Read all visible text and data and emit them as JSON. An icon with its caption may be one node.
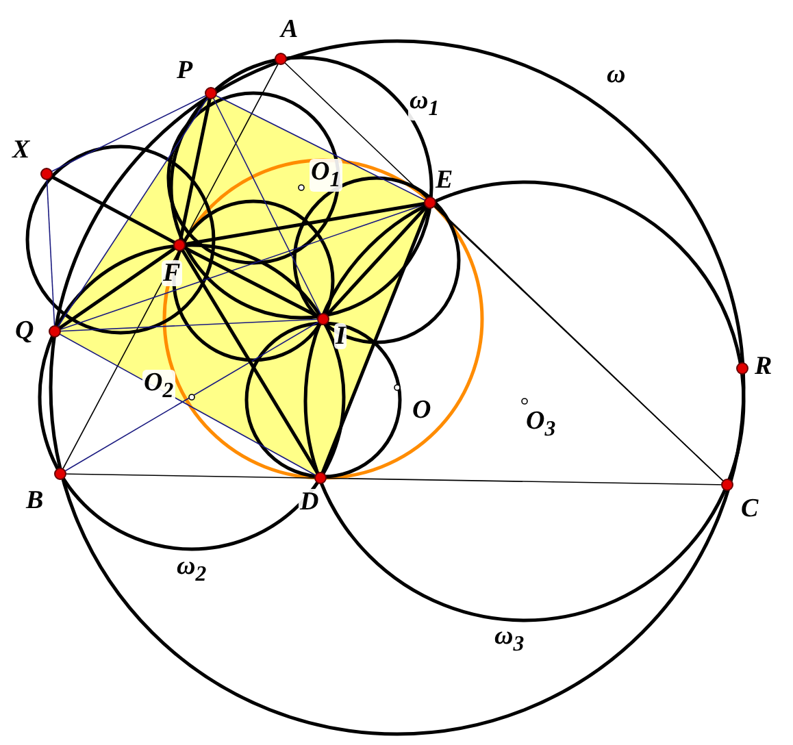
{
  "diagram": {
    "labels": [
      "A",
      "ω",
      "P",
      "ω$_{1}$",
      "X",
      "O$_{1}$",
      "E",
      "F",
      "Q",
      "I",
      "R",
      "O$_{2}$",
      "O",
      "O$_{3}$",
      "B",
      "D",
      "C",
      "ω$_{2}$",
      "ω$_{3}$"
    ]
  }
}
